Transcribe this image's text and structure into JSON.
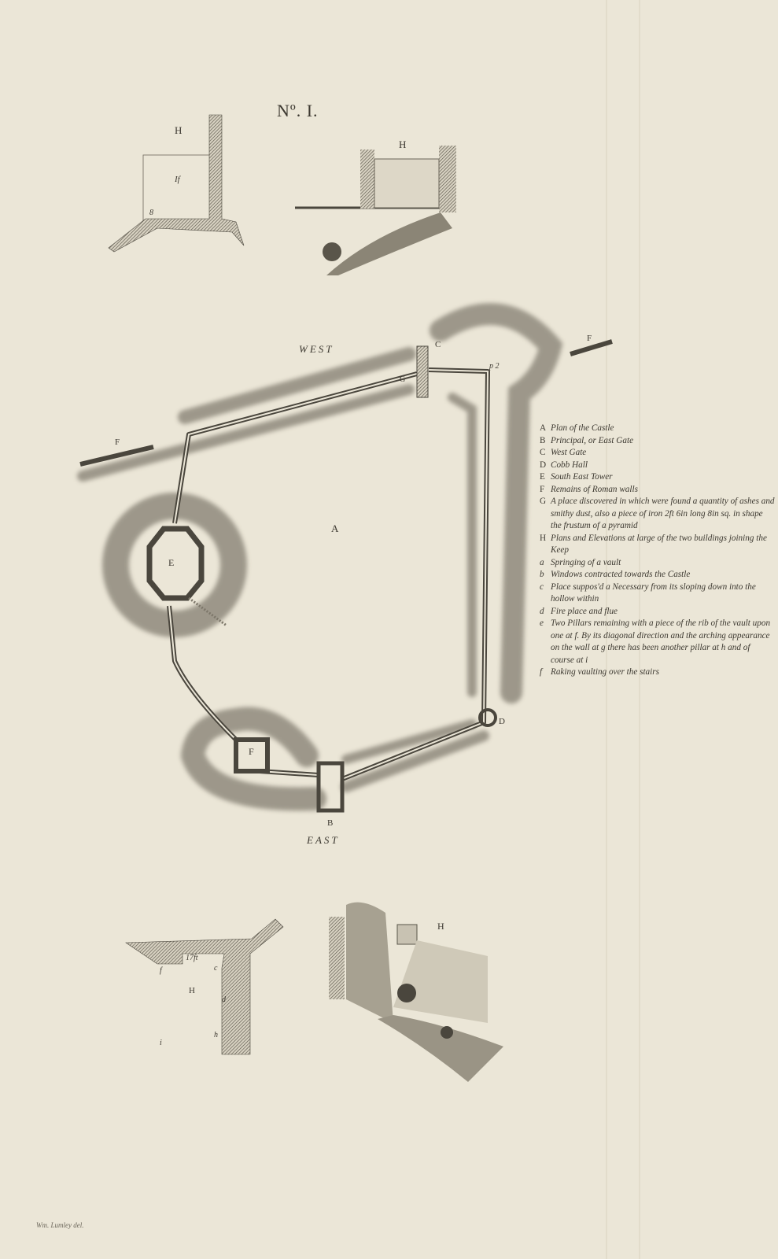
{
  "title": "Nº. I.",
  "plan_labels": {
    "west": "WEST",
    "east": "EAST",
    "a": "A",
    "b": "B",
    "c": "C",
    "d": "D",
    "e": "E",
    "f_west": "F",
    "f_east": "F",
    "f_tower": "F",
    "g": "G",
    "p2": "p 2"
  },
  "top_plan": {
    "label": "H",
    "room": "If",
    "corner": "8"
  },
  "top_elevation": {
    "label": "H"
  },
  "bottom_plan": {
    "label": "H",
    "dimension": "17ft",
    "marks": {
      "f": "f",
      "c": "c",
      "d": "d",
      "h": "h",
      "i": "i"
    }
  },
  "bottom_elevation": {
    "label": "H"
  },
  "legend": [
    {
      "key": "A",
      "text": "Plan of the Castle"
    },
    {
      "key": "B",
      "text": "Principal, or East Gate"
    },
    {
      "key": "C",
      "text": "West Gate"
    },
    {
      "key": "D",
      "text": "Cobb Hall"
    },
    {
      "key": "E",
      "text": "South East Tower"
    },
    {
      "key": "F",
      "text": "Remains of Roman walls"
    },
    {
      "key": "G",
      "text": "A place discovered in which were found a quantity of ashes and smithy dust, also a piece of iron 2ft 6in long 8in sq. in shape the frustum of a pyramid"
    },
    {
      "key": "H",
      "text": "Plans and Elevations at large of the two buildings joining the Keep"
    },
    {
      "key": "a",
      "text": "Springing of a vault"
    },
    {
      "key": "b",
      "text": "Windows contracted towards the Castle"
    },
    {
      "key": "c",
      "text": "Place suppos'd a Necessary from its sloping down into the hollow within"
    },
    {
      "key": "d",
      "text": "Fire place and flue"
    },
    {
      "key": "e",
      "text": "Two Pillars remaining with a piece of the rib of the vault upon one at f. By its diagonal direction and the arching appearance on the wall at g there has been another pillar at h and of course at i"
    },
    {
      "key": "f",
      "text": "Raking vaulting over the stairs"
    }
  ],
  "credit": "Wm. Lumley del.",
  "colors": {
    "paper": "#ebe6d7",
    "ink": "#3c3830"
  }
}
